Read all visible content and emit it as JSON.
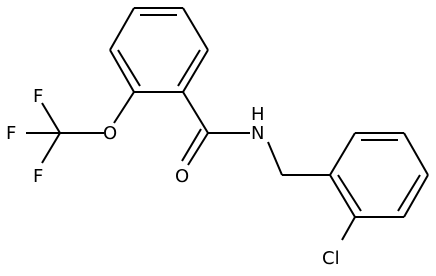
{
  "diagram": {
    "type": "chemical-structure",
    "atom_labels": {
      "fluorine_top": "F",
      "fluorine_left": "F",
      "fluorine_bottom": "F",
      "ether_oxygen": "O",
      "carbonyl_oxygen": "O",
      "amide_nitrogen": "N",
      "amide_hydrogen": "H",
      "chlorine": "Cl"
    },
    "colors": {
      "bonds": "#000000",
      "labels": "#000000",
      "background": "#ffffff"
    }
  }
}
